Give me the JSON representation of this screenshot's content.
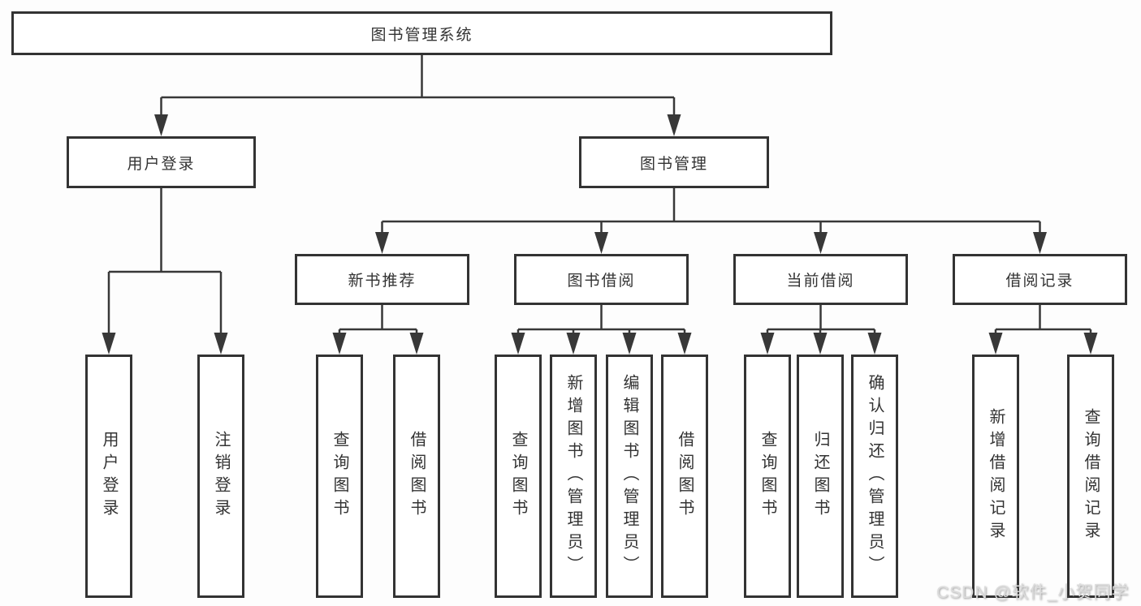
{
  "page": {
    "background": "#fdfdfd"
  },
  "colors": {
    "line": "#383838",
    "box_border": "#333333",
    "box_background": "#ffffff",
    "text": "#333333",
    "watermark": "#dcdcdc"
  },
  "watermark": {
    "text": "CSDN @软件_小贺同学"
  },
  "diagram": {
    "type": "hierarchy-tree",
    "root": {
      "label": "图书管理系统",
      "children": [
        {
          "label": "用户登录",
          "children": [
            {
              "label": "用户登录"
            },
            {
              "label": "注销登录"
            }
          ]
        },
        {
          "label": "图书管理",
          "children": [
            {
              "label": "新书推荐",
              "children": [
                {
                  "label": "查询图书"
                },
                {
                  "label": "借阅图书"
                }
              ]
            },
            {
              "label": "图书借阅",
              "children": [
                {
                  "label": "查询图书"
                },
                {
                  "label": "新增图书（管理员）"
                },
                {
                  "label": "编辑图书（管理员）"
                },
                {
                  "label": "借阅图书"
                }
              ]
            },
            {
              "label": "当前借阅",
              "children": [
                {
                  "label": "查询图书"
                },
                {
                  "label": "归还图书"
                },
                {
                  "label": "确认归还（管理员）"
                }
              ]
            },
            {
              "label": "借阅记录",
              "children": [
                {
                  "label": "新增借阅记录"
                },
                {
                  "label": "查询借阅记录"
                }
              ]
            }
          ]
        }
      ]
    }
  }
}
